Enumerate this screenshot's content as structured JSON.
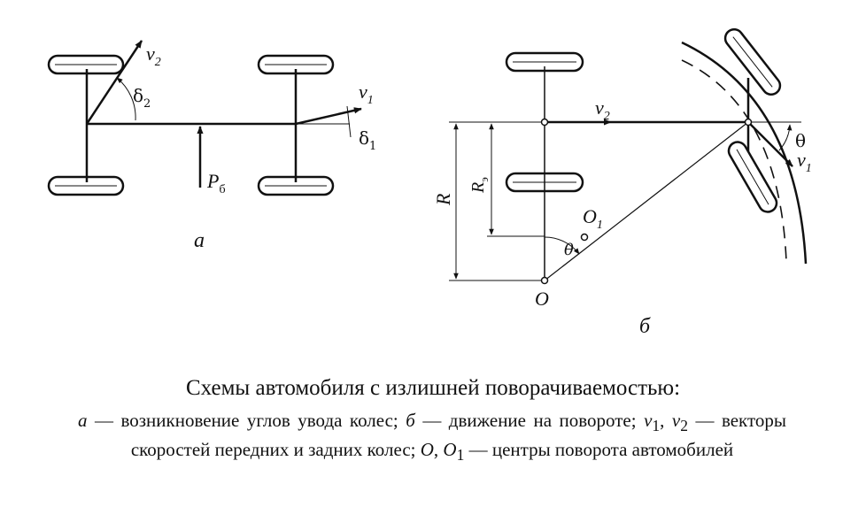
{
  "diagram_a": {
    "label_v2": "v",
    "label_v2_sub": "2",
    "label_delta2": "δ",
    "label_delta2_sub": "2",
    "label_v1": "v",
    "label_v1_sub": "1",
    "label_delta1": "δ",
    "label_delta1_sub": "1",
    "label_P": "P",
    "label_P_sub": "б",
    "label_a": "а"
  },
  "diagram_b": {
    "label_v2": "v",
    "label_v2_sub": "2",
    "label_theta_right": "θ",
    "label_v1": "v",
    "label_v1_sub": "1",
    "label_R": "R",
    "label_Re": "R",
    "label_Re_sub": "э",
    "label_O1": "O",
    "label_O1_sub": "1",
    "label_theta_center": "θ",
    "label_O": "O",
    "label_b": "б"
  },
  "caption": {
    "title": "Схемы автомобиля с излишней поворачиваемостью:",
    "body_a": "а",
    "body_1": " — возникновение углов увода колес; ",
    "body_b": "б",
    "body_2": " — движение на повороте; ",
    "body_v1": "v",
    "body_v1_sub": "1",
    "body_comma": ", ",
    "body_v2": "v",
    "body_v2_sub": "2",
    "body_3": " — векторы скоростей передних и задних колес; ",
    "body_O": "O",
    "body_comma2": ", ",
    "body_O1": "O",
    "body_O1_sub": "1",
    "body_4": " — центры поворота автомобилей"
  }
}
